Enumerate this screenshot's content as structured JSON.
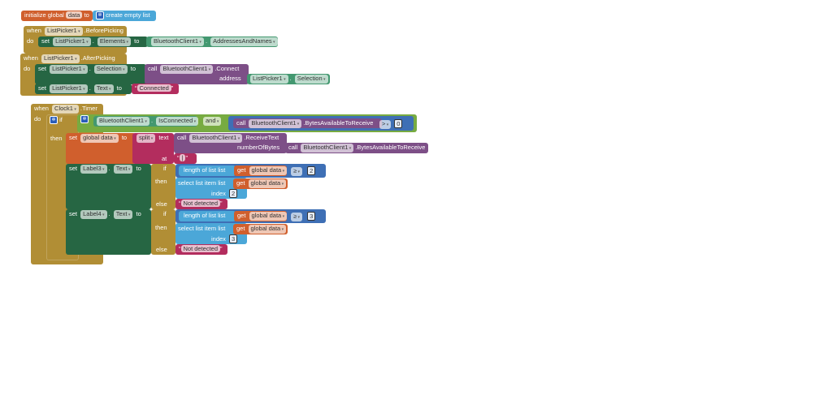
{
  "init": {
    "kw": "initialize global",
    "name": "data",
    "to": "to",
    "value": "create empty list"
  },
  "before": {
    "when": "when",
    "component": "ListPicker1",
    "event": ".BeforePicking",
    "do": "do",
    "set": "set",
    "target": "ListPicker1",
    "prop": "Elements",
    "to": "to",
    "src": "BluetoothClient1",
    "srcprop": "AddressesAndNames"
  },
  "after": {
    "when": "when",
    "component": "ListPicker1",
    "event": ".AfterPicking",
    "do": "do",
    "set": "set",
    "target": "ListPicker1",
    "prop": "Selection",
    "to": "to",
    "call": "call",
    "bt": "BluetoothClient1",
    "method": ".Connect",
    "address": "address",
    "argcomp": "ListPicker1",
    "argprop": "Selection",
    "set2": "set",
    "target2": "ListPicker1",
    "prop2": "Text",
    "to2": "to",
    "text": "Connected"
  },
  "timer": {
    "when": "when",
    "component": "Clock1",
    "event": ".Timer",
    "do": "do",
    "if": "if",
    "bt": "BluetoothClient1",
    "isconn": "IsConnected",
    "and": "and",
    "call": "call",
    "bt2": "BluetoothClient1",
    "bytes": ".BytesAvailableToReceive",
    "op": ">",
    "zero": "0",
    "then": "then",
    "set": "set",
    "var": "global data",
    "to": "to",
    "split": "split",
    "text": "text",
    "call2": "call",
    "bt3": "BluetoothClient1",
    "recv": ".ReceiveText",
    "nob": "numberOfBytes",
    "call3": "call",
    "bt4": "BluetoothClient1",
    "bytes2": ".BytesAvailableToReceive",
    "at": "at",
    "sep": "|",
    "rows": [
      {
        "set": "set",
        "label": "Label3",
        "prop": "Text",
        "to": "to",
        "if": "if",
        "len": "length of list",
        "list": "list",
        "get": "get",
        "var": "global data",
        "op": "≥",
        "num": "2",
        "then": "then",
        "sel": "select list item",
        "list2": "list",
        "get2": "get",
        "var2": "global data",
        "index": "index",
        "idx": "2",
        "else": "else",
        "fallback": "Not detected"
      },
      {
        "set": "set",
        "label": "Label4",
        "prop": "Text",
        "to": "to",
        "if": "if",
        "len": "length of list",
        "list": "list",
        "get": "get",
        "var": "global data",
        "op": "≥",
        "num": "3",
        "then": "then",
        "sel": "select list item",
        "list2": "list",
        "get2": "get",
        "var2": "global data",
        "index": "index",
        "idx": "3",
        "else": "else",
        "fallback": "Not detected"
      }
    ]
  }
}
